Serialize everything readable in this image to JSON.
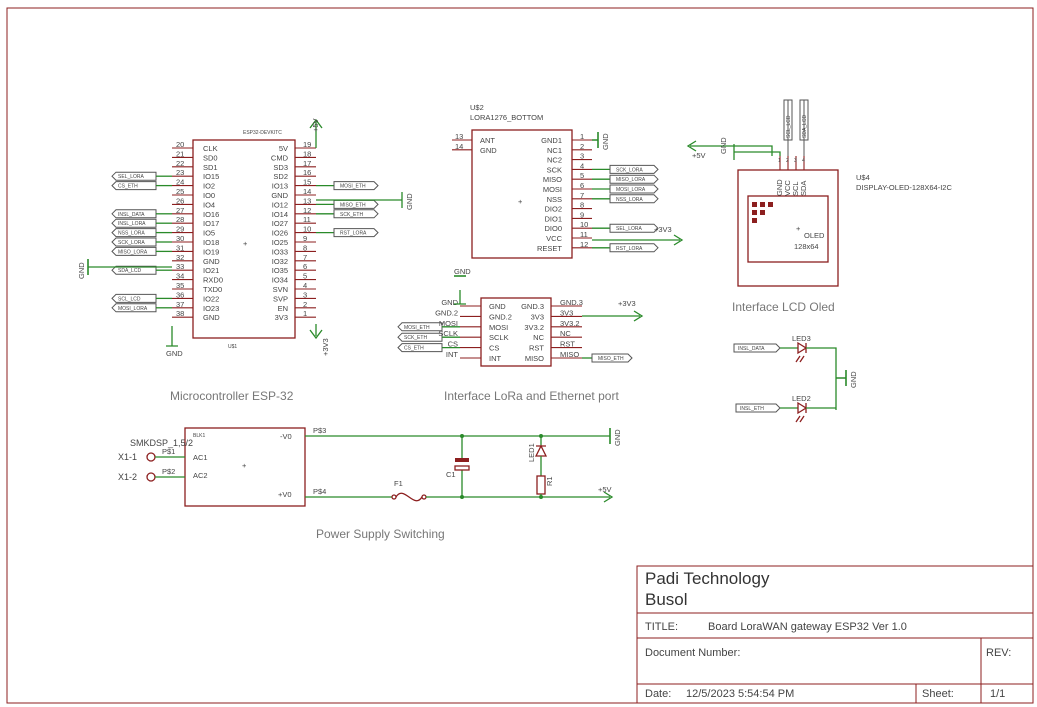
{
  "titleblock": {
    "company": "Padi Technology",
    "project": "Busol",
    "title_label": "TITLE:",
    "title_value": "Board LoraWAN gateway ESP32 Ver 1.0",
    "docnum_label": "Document Number:",
    "rev_label": "REV:",
    "date_label": "Date:",
    "date_value": "12/5/2023 5:54:54 PM",
    "sheet_label": "Sheet:",
    "sheet_value": "1/1"
  },
  "captions": {
    "mcu": "Microcontroller ESP-32",
    "lora": "Interface LoRa and Ethernet port",
    "lcd": "Interface LCD Oled",
    "psu": "Power Supply Switching"
  },
  "esp32": {
    "name": "ESP32-DEVKITC",
    "ref": "U$1",
    "left_pins": [
      {
        "num": "20",
        "name": "CLK"
      },
      {
        "num": "21",
        "name": "SD0"
      },
      {
        "num": "22",
        "name": "SD1"
      },
      {
        "num": "23",
        "name": "IO15"
      },
      {
        "num": "24",
        "name": "IO2"
      },
      {
        "num": "25",
        "name": "IO0"
      },
      {
        "num": "26",
        "name": "IO4"
      },
      {
        "num": "27",
        "name": "IO16"
      },
      {
        "num": "28",
        "name": "IO17"
      },
      {
        "num": "29",
        "name": "IO5"
      },
      {
        "num": "30",
        "name": "IO18"
      },
      {
        "num": "31",
        "name": "IO19"
      },
      {
        "num": "32",
        "name": "GND"
      },
      {
        "num": "33",
        "name": "IO21"
      },
      {
        "num": "34",
        "name": "RXD0"
      },
      {
        "num": "35",
        "name": "TXD0"
      },
      {
        "num": "36",
        "name": "IO22"
      },
      {
        "num": "37",
        "name": "IO23"
      },
      {
        "num": "38",
        "name": "GND"
      }
    ],
    "right_pins": [
      {
        "num": "19",
        "name": "5V"
      },
      {
        "num": "18",
        "name": "CMD"
      },
      {
        "num": "17",
        "name": "SD3"
      },
      {
        "num": "16",
        "name": "SD2"
      },
      {
        "num": "15",
        "name": "IO13"
      },
      {
        "num": "14",
        "name": "GND"
      },
      {
        "num": "13",
        "name": "IO12"
      },
      {
        "num": "12",
        "name": "IO14"
      },
      {
        "num": "11",
        "name": "IO27"
      },
      {
        "num": "10",
        "name": "IO26"
      },
      {
        "num": "9",
        "name": "IO25"
      },
      {
        "num": "8",
        "name": "IO33"
      },
      {
        "num": "7",
        "name": "IO32"
      },
      {
        "num": "6",
        "name": "IO35"
      },
      {
        "num": "5",
        "name": "IO34"
      },
      {
        "num": "4",
        "name": "SVN"
      },
      {
        "num": "3",
        "name": "SVP"
      },
      {
        "num": "2",
        "name": "EN"
      },
      {
        "num": "1",
        "name": "3V3"
      }
    ],
    "net_labels_left": [
      {
        "pin": "IO15",
        "net": "SEL_LORA"
      },
      {
        "pin": "IO2",
        "net": "CS_ETH"
      },
      {
        "pin": "IO16",
        "net": "INSL_DATA"
      },
      {
        "pin": "IO17",
        "net": "INSL_LORA"
      },
      {
        "pin": "IO5",
        "net": "NSS_LORA"
      },
      {
        "pin": "IO18",
        "net": "SCK_LORA"
      },
      {
        "pin": "IO19",
        "net": "MISO_LORA"
      },
      {
        "pin": "IO21",
        "net": "SDA_LCD"
      },
      {
        "pin": "IO22",
        "net": "SCL_LCD"
      },
      {
        "pin": "IO23",
        "net": "MOSI_LORA"
      }
    ],
    "net_labels_right": [
      {
        "pin": "IO13",
        "net": "MOSI_ETH"
      },
      {
        "pin": "IO12",
        "net": "MISO_ETH"
      },
      {
        "pin": "IO14",
        "net": "SCK_ETH"
      },
      {
        "pin": "IO26",
        "net": "RST_LORA"
      }
    ]
  },
  "lora": {
    "ref": "U$2",
    "name": "LORA1276_BOTTOM",
    "left_pins": [
      {
        "num": "13",
        "name": "ANT"
      },
      {
        "num": "14",
        "name": "GND"
      }
    ],
    "right_pins": [
      {
        "num": "1",
        "name": "GND1"
      },
      {
        "num": "2",
        "name": "NC1"
      },
      {
        "num": "3",
        "name": "NC2"
      },
      {
        "num": "4",
        "name": "SCK"
      },
      {
        "num": "5",
        "name": "MISO"
      },
      {
        "num": "6",
        "name": "MOSI"
      },
      {
        "num": "7",
        "name": "NSS"
      },
      {
        "num": "8",
        "name": "DIO2"
      },
      {
        "num": "9",
        "name": "DIO1"
      },
      {
        "num": "10",
        "name": "DIO0"
      },
      {
        "num": "11",
        "name": "VCC"
      },
      {
        "num": "12",
        "name": "RESET"
      }
    ],
    "net_labels": [
      "SCK_LORA",
      "MISO_LORA",
      "MOSI_LORA",
      "NSS_LORA",
      "SEL_LORA",
      "RST_LORA"
    ]
  },
  "eth": {
    "left_pins": [
      "GND",
      "GND.2",
      "MOSI",
      "SCLK",
      "CS",
      "INT"
    ],
    "inner_left": [
      "GND",
      "GND.2",
      "MOSI",
      "SCLK",
      "CS",
      "INT"
    ],
    "inner_right": [
      "GND.3",
      "3V3",
      "3V3.2",
      "NC",
      "RST",
      "MISO"
    ],
    "right_pins": [
      "GND.3",
      "3V3",
      "3V3.2",
      "NC",
      "RST",
      "MISO"
    ],
    "net_labels_left": [
      "MOSI_ETH",
      "SCK_ETH",
      "CS_ETH"
    ],
    "net_label_right": "MISO_ETH"
  },
  "oled": {
    "ref": "U$4",
    "name": "DISPLAY-OLED-128X64-I2C",
    "pins": [
      "GND",
      "VCC",
      "SCL",
      "SDA"
    ],
    "pin_nums": [
      "1",
      "2",
      "3",
      "4"
    ],
    "nets": [
      "SCL_LCD",
      "SDA_LCD"
    ],
    "screen_text_1": "OLED",
    "screen_text_2": "128x64"
  },
  "leds": {
    "led3": "LED3",
    "led2": "LED2",
    "led3_net": "INSL_DATA",
    "led2_net": "INSL_ETH",
    "gnd": "GND"
  },
  "psu": {
    "module": "SMKDSP_1,5/2",
    "ref": "BLK1",
    "pin_ac1": "AC1",
    "pin_ac2": "AC2",
    "pin_vneg": "-V0",
    "pin_vpos": "+V0",
    "x1_1": "X1-1",
    "x1_2": "X1-2",
    "p1": "P$1",
    "p2": "P$2",
    "p3": "P$3",
    "p4": "P$4",
    "fuse": "F1",
    "cap": "C1",
    "led1": "LED1",
    "r1": "R1"
  },
  "power": {
    "plus5v": "+5V",
    "plus3v3": "+3V3",
    "gnd": "GND"
  }
}
